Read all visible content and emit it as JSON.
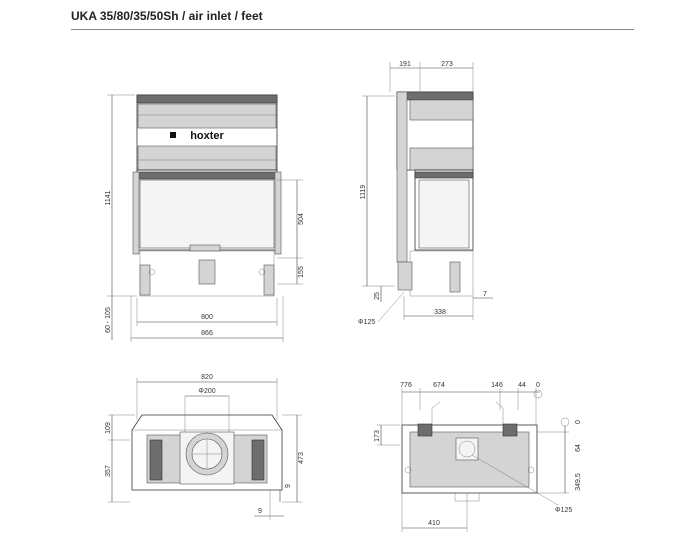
{
  "header": {
    "title": "UKA 35/80/35/50Sh / air inlet / feet"
  },
  "front_view": {
    "logo": "hoxter",
    "dims": {
      "height_total": "1141",
      "glass_height": "504",
      "leg_height": "155",
      "feet_range": "60 - 105",
      "inner_width": "800",
      "outer_width": "866"
    }
  },
  "side_view": {
    "dims": {
      "top_left": "191",
      "top_right": "273",
      "height": "1119",
      "offset_25": "25",
      "offset_7": "7",
      "depth": "338",
      "pipe": "Φ125"
    }
  },
  "top_view": {
    "dims": {
      "width": "820",
      "flue": "Φ200",
      "depth_109": "109",
      "depth_357": "357",
      "depth_473": "473",
      "offset_9a": "9",
      "offset_9b": "9"
    }
  },
  "bottom_view": {
    "dims": {
      "d776": "776",
      "d674": "674",
      "d146": "146",
      "d44": "44",
      "d0a": "0",
      "d173": "173",
      "d0b": "0",
      "d64": "64",
      "d3495": "349,5",
      "d410": "410",
      "pipe": "Φ125"
    }
  }
}
